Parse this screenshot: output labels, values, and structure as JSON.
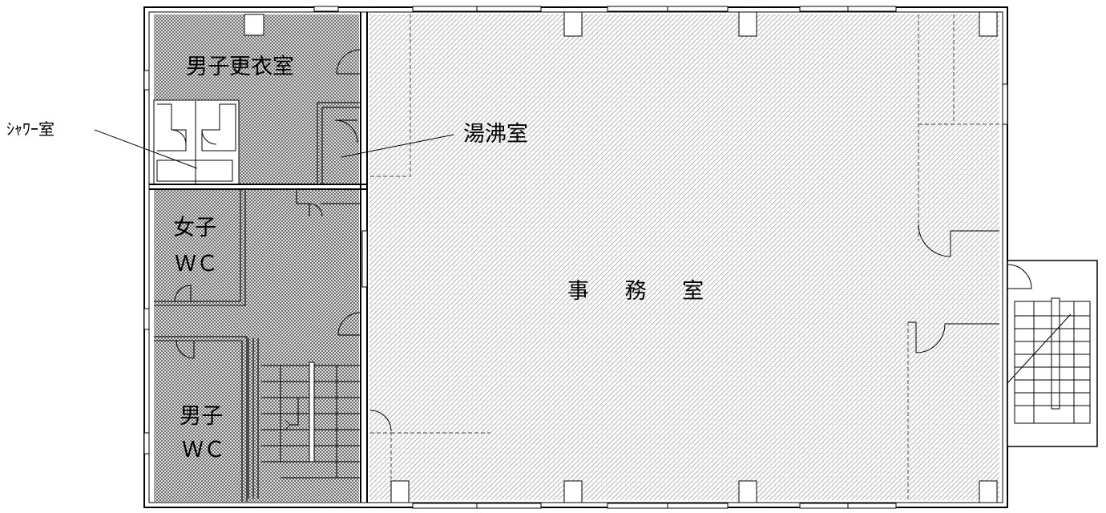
{
  "floor_plan": {
    "rooms": {
      "mens_changing_room": "男子更衣室",
      "shower_room": "ｼｬﾜｰ室",
      "kitchenette": "湯沸室",
      "womens_wc_line1": "女子",
      "womens_wc_line2": "ＷＣ",
      "office": "事 務 室",
      "mens_wc_line1": "男子",
      "mens_wc_line2": "ＷＣ"
    },
    "colors": {
      "line": "#000000",
      "background": "#ffffff",
      "dark_hatch": "#5a5a5a",
      "light_hatch": "#a8a8a8"
    }
  }
}
